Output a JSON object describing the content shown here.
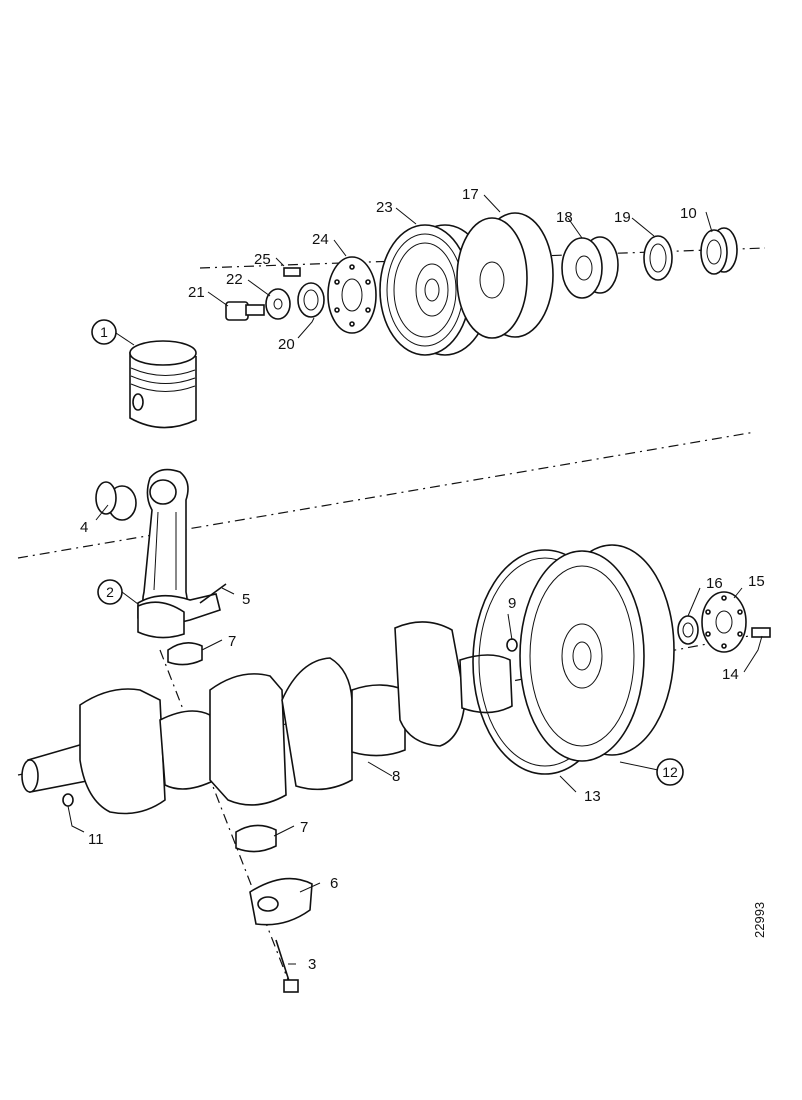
{
  "diagram": {
    "reference_number": "22993",
    "callouts": [
      {
        "id": "1",
        "n": "1",
        "circled": true
      },
      {
        "id": "2",
        "n": "2",
        "circled": true
      },
      {
        "id": "3",
        "n": "3",
        "circled": false
      },
      {
        "id": "4",
        "n": "4",
        "circled": false
      },
      {
        "id": "5",
        "n": "5",
        "circled": false
      },
      {
        "id": "6",
        "n": "6",
        "circled": false
      },
      {
        "id": "7a",
        "n": "7",
        "circled": false
      },
      {
        "id": "7b",
        "n": "7",
        "circled": false
      },
      {
        "id": "8",
        "n": "8",
        "circled": false
      },
      {
        "id": "9",
        "n": "9",
        "circled": false
      },
      {
        "id": "10",
        "n": "10",
        "circled": false
      },
      {
        "id": "11",
        "n": "11",
        "circled": false
      },
      {
        "id": "12",
        "n": "12",
        "circled": true
      },
      {
        "id": "13",
        "n": "13",
        "circled": false
      },
      {
        "id": "14",
        "n": "14",
        "circled": false
      },
      {
        "id": "15",
        "n": "15",
        "circled": false
      },
      {
        "id": "16",
        "n": "16",
        "circled": false
      },
      {
        "id": "17",
        "n": "17",
        "circled": false
      },
      {
        "id": "18",
        "n": "18",
        "circled": false
      },
      {
        "id": "19",
        "n": "19",
        "circled": false
      },
      {
        "id": "20",
        "n": "20",
        "circled": false
      },
      {
        "id": "21",
        "n": "21",
        "circled": false
      },
      {
        "id": "22",
        "n": "22",
        "circled": false
      },
      {
        "id": "23",
        "n": "23",
        "circled": false
      },
      {
        "id": "24",
        "n": "24",
        "circled": false
      },
      {
        "id": "25",
        "n": "25",
        "circled": false
      }
    ]
  }
}
